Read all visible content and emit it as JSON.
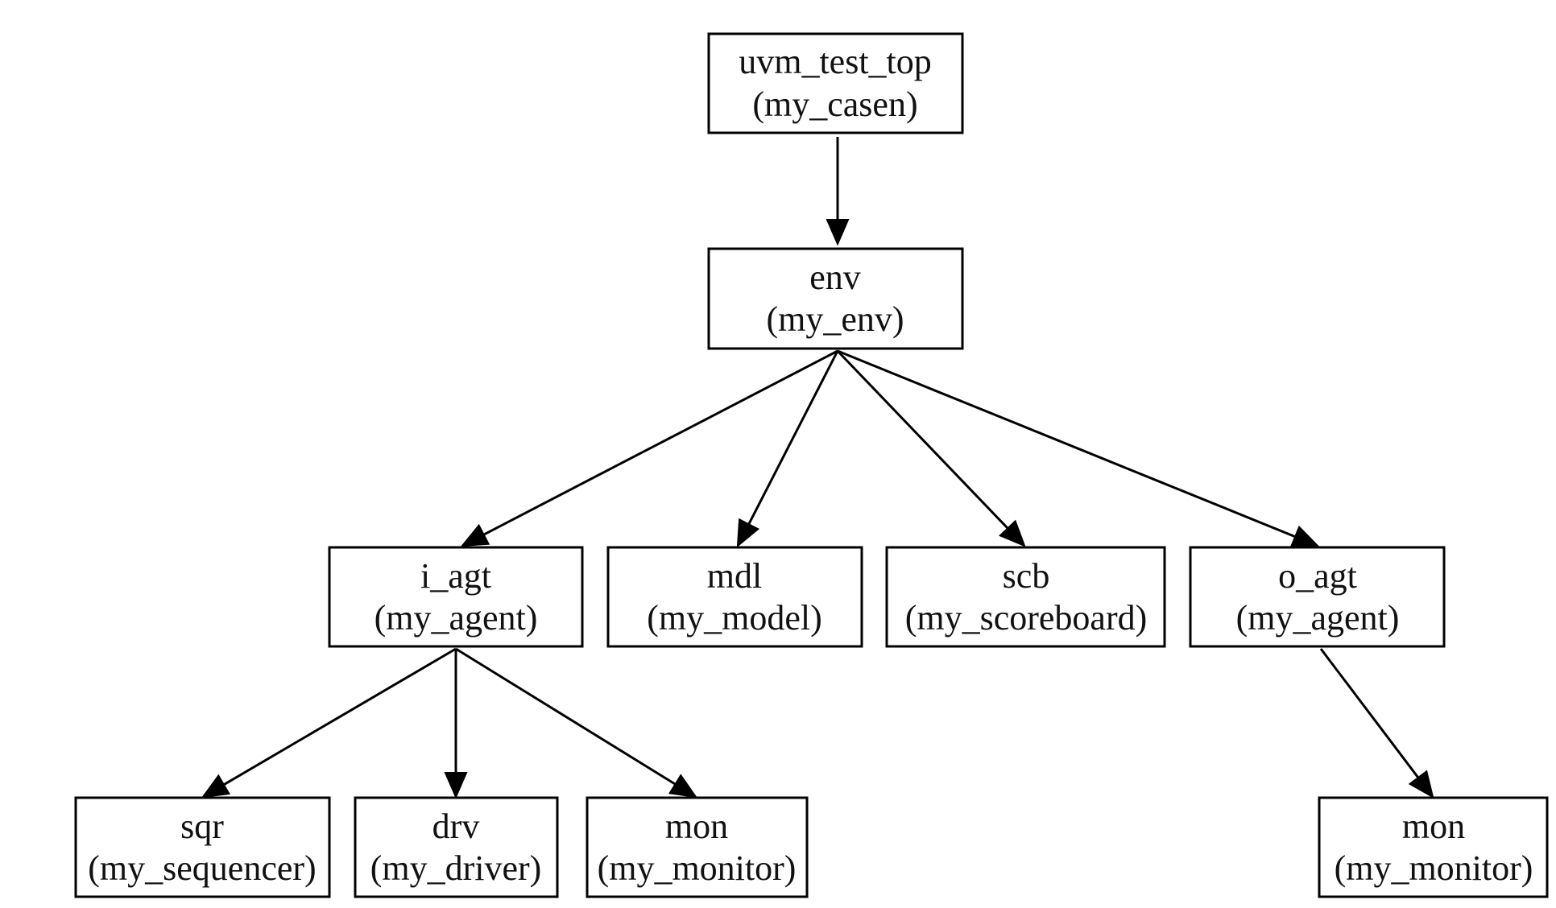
{
  "diagram": {
    "nodes": {
      "top": {
        "name": "uvm_test_top",
        "type": "(my_casen)"
      },
      "env": {
        "name": "env",
        "type": "(my_env)"
      },
      "i_agt": {
        "name": "i_agt",
        "type": "(my_agent)"
      },
      "mdl": {
        "name": "mdl",
        "type": "(my_model)"
      },
      "scb": {
        "name": "scb",
        "type": "(my_scoreboard)"
      },
      "o_agt": {
        "name": "o_agt",
        "type": "(my_agent)"
      },
      "sqr": {
        "name": "sqr",
        "type": "(my_sequencer)"
      },
      "drv": {
        "name": "drv",
        "type": "(my_driver)"
      },
      "mon_i": {
        "name": "mon",
        "type": "(my_monitor)"
      },
      "mon_o": {
        "name": "mon",
        "type": "(my_monitor)"
      }
    },
    "edges": [
      {
        "from": "top",
        "to": "env"
      },
      {
        "from": "env",
        "to": "i_agt"
      },
      {
        "from": "env",
        "to": "mdl"
      },
      {
        "from": "env",
        "to": "scb"
      },
      {
        "from": "env",
        "to": "o_agt"
      },
      {
        "from": "i_agt",
        "to": "sqr"
      },
      {
        "from": "i_agt",
        "to": "drv"
      },
      {
        "from": "i_agt",
        "to": "mon_i"
      },
      {
        "from": "o_agt",
        "to": "mon_o"
      }
    ]
  },
  "colors": {
    "stroke": "#000000",
    "fill": "#ffffff",
    "text": "#111111"
  }
}
